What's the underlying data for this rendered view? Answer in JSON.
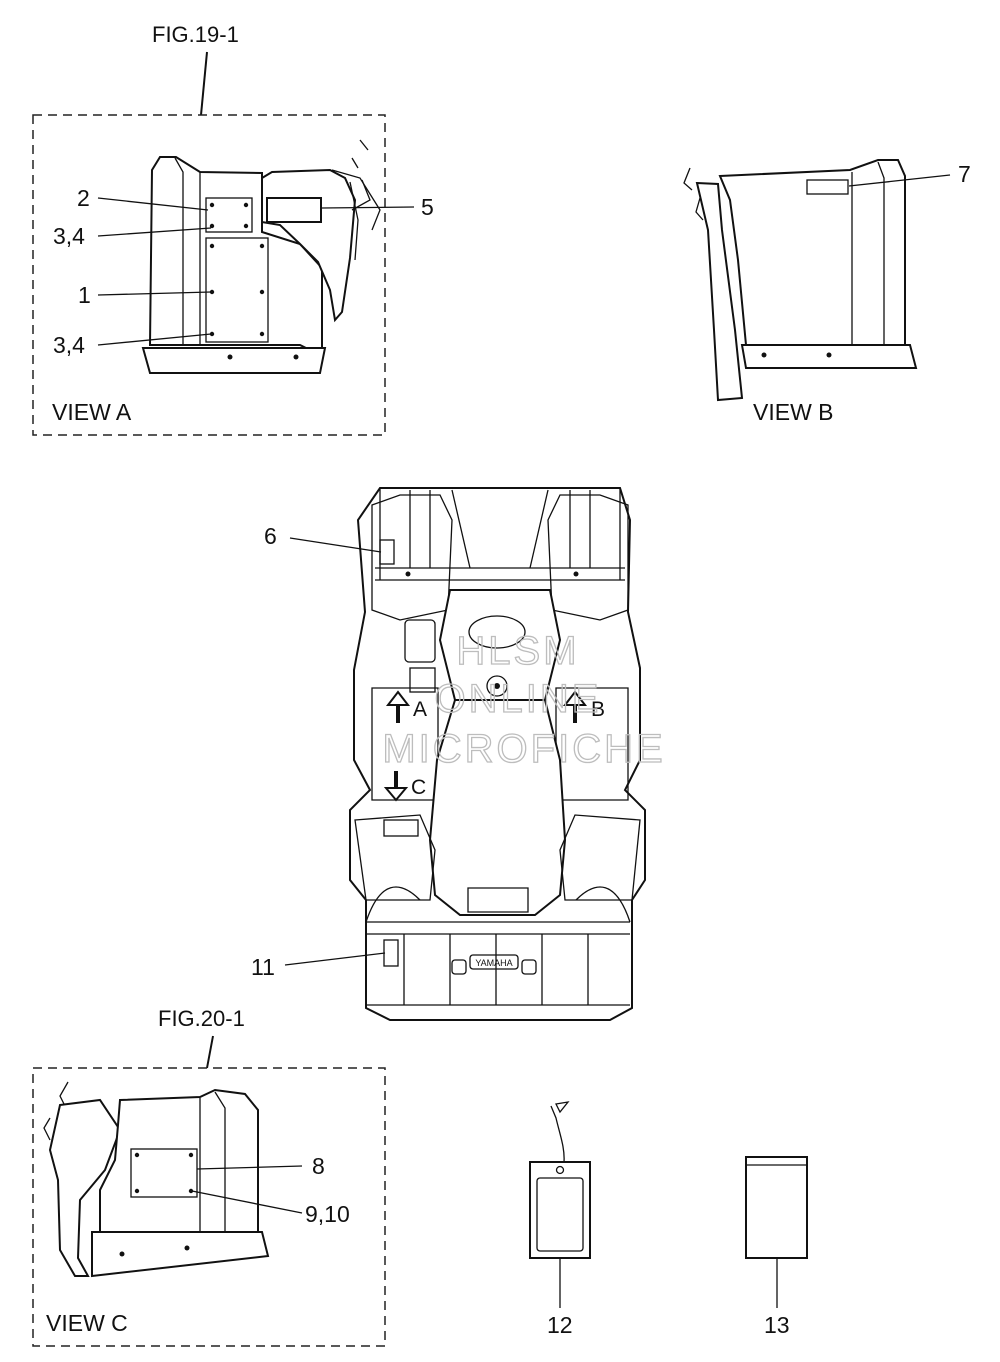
{
  "figure_refs": {
    "top": "FIG.19-1",
    "bottom": "FIG.20-1"
  },
  "views": {
    "a": "VIEW A",
    "b": "VIEW B",
    "c": "VIEW C"
  },
  "callouts": {
    "c1": "1",
    "c2": "2",
    "c34a": "3,4",
    "c34b": "3,4",
    "c5": "5",
    "c6": "6",
    "c7": "7",
    "c8": "8",
    "c910": "9,10",
    "c11": "11",
    "c12": "12",
    "c13": "13"
  },
  "view_arrows": {
    "a": "A",
    "b": "B",
    "c": "C"
  },
  "watermark": {
    "line1": "HLSM",
    "line2": "ONLINE",
    "line3": "MICROFICHE"
  },
  "vehicle_badge": "YAMAHA"
}
